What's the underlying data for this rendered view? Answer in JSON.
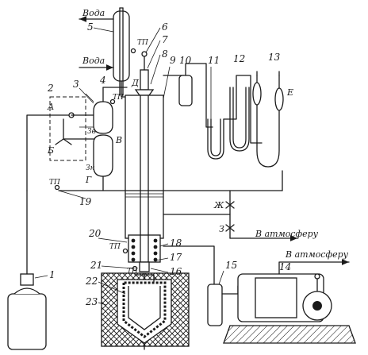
{
  "labels": {
    "water_top": "Вода",
    "water_mid": "Вода",
    "atm1": "В атмосферу",
    "atm2": "В атмосферу",
    "tp": "ТП",
    "letter_A": "А",
    "letter_B": "Б",
    "letter_V": "В",
    "letter_G": "Г",
    "letter_D": "Д",
    "letter_E": "Е",
    "letter_Zh": "Ж",
    "letter_3": "З",
    "letter_3v": "Зв",
    "letter_3n": "Зн"
  },
  "numbers": [
    "1",
    "2",
    "3",
    "4",
    "5",
    "6",
    "7",
    "8",
    "9",
    "10",
    "11",
    "12",
    "13",
    "14",
    "15",
    "16",
    "17",
    "18",
    "19",
    "20",
    "21",
    "22",
    "23"
  ]
}
